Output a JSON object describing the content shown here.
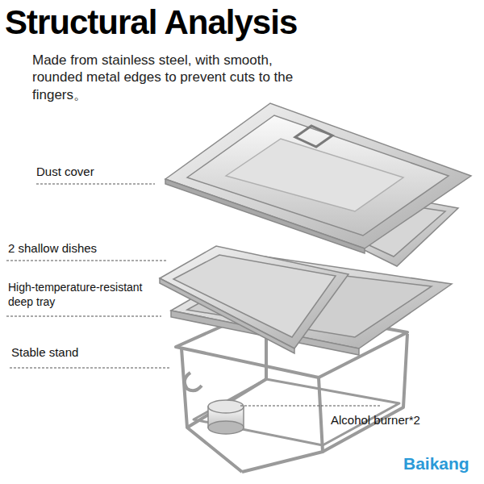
{
  "diagram": {
    "title": "Structural Analysis",
    "labels": [
      "Made from stainless steel, with smooth, rounded metal edges to prevent cuts to the fingers。",
      "Dust cover",
      "2 shallow dishes",
      "High-temperature-resistant deep tray",
      "Stable stand",
      "Alcohol burner*2",
      "Baikang"
    ]
  }
}
